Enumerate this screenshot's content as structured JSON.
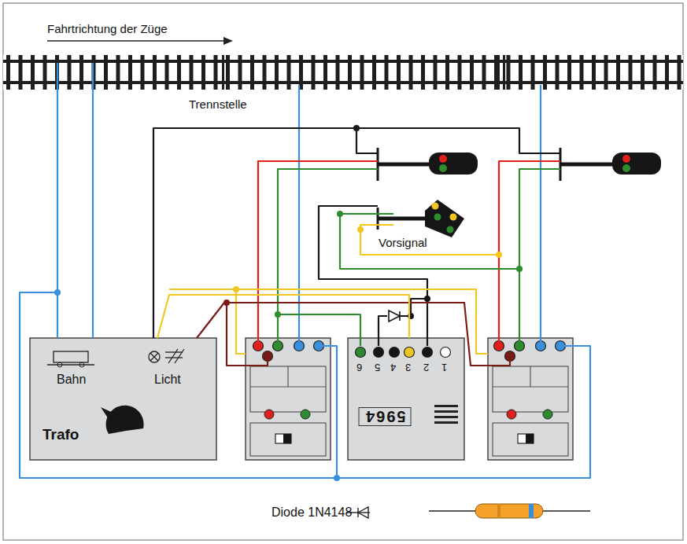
{
  "diagram": {
    "nodes": [
      {
        "text": [
          "Bahn",
          "Licht",
          "Trafo"
        ]
      },
      {
        "text": [
          "5964"
        ]
      }
    ],
    "edges": [
      {
        "from": 0,
        "to": 1,
        "arrow": "none"
      }
    ],
    "labels": [
      "Fahrtrichtung der Züge",
      "Trennstelle",
      "Vorsignal",
      "6",
      "5",
      "4",
      "3",
      "2",
      "1",
      "Diode 1N4148"
    ]
  }
}
